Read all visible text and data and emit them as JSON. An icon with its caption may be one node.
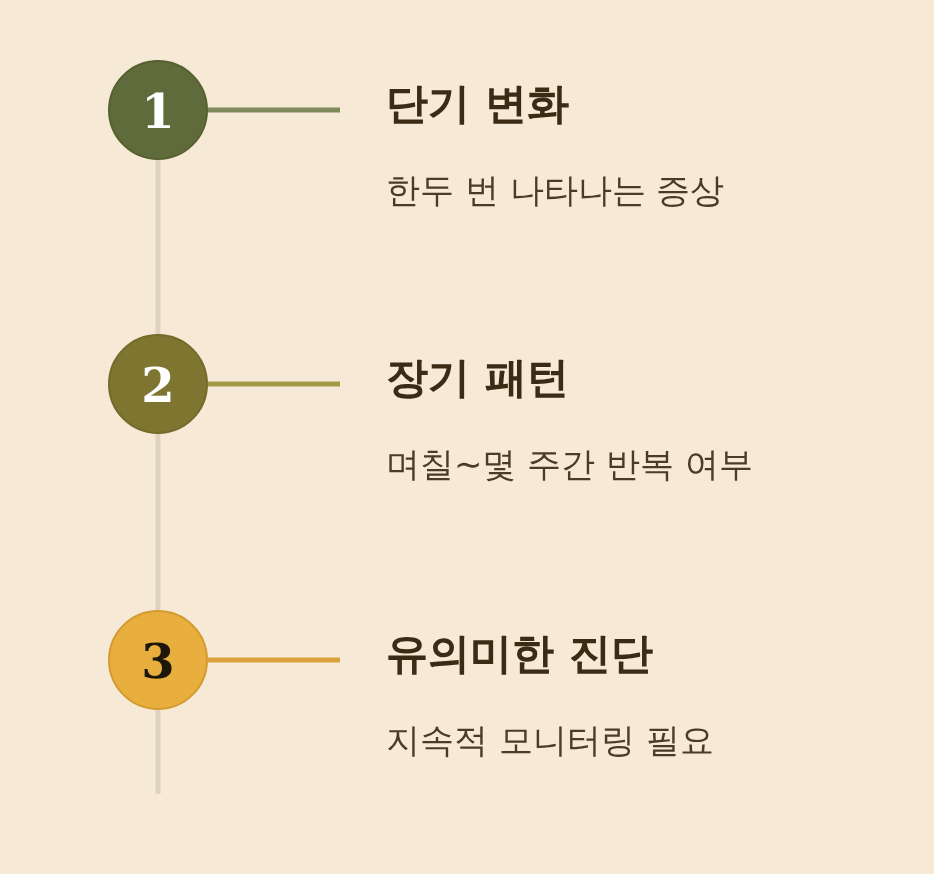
{
  "diagram": {
    "nodes": [
      {
        "text": [
          "1"
        ]
      },
      {
        "text": [
          "단기 변화",
          "한두 번 나타나는 증상"
        ]
      },
      {
        "text": [
          "2"
        ]
      },
      {
        "text": [
          "장기 패턴",
          "며칠~몇 주간 반복 여부"
        ]
      },
      {
        "text": [
          "3"
        ]
      },
      {
        "text": [
          "유의미한 진단",
          "지속적 모니터링 필요"
        ]
      }
    ],
    "edges": [
      {
        "from": 0,
        "to": 1,
        "arrow": "none",
        "color": "#7e8a5c"
      },
      {
        "from": 2,
        "to": 3,
        "arrow": "none",
        "color": "#a39a48"
      },
      {
        "from": 4,
        "to": 5,
        "arrow": "none",
        "color": "#dba23c"
      },
      {
        "from": 0,
        "to": 2,
        "arrow": "none",
        "color": "#ddd3bd"
      },
      {
        "from": 2,
        "to": 4,
        "arrow": "none",
        "color": "#ddd3bd"
      },
      {
        "from": 4,
        "to": null,
        "arrow": "none",
        "color": "#ddd3bd"
      }
    ]
  }
}
